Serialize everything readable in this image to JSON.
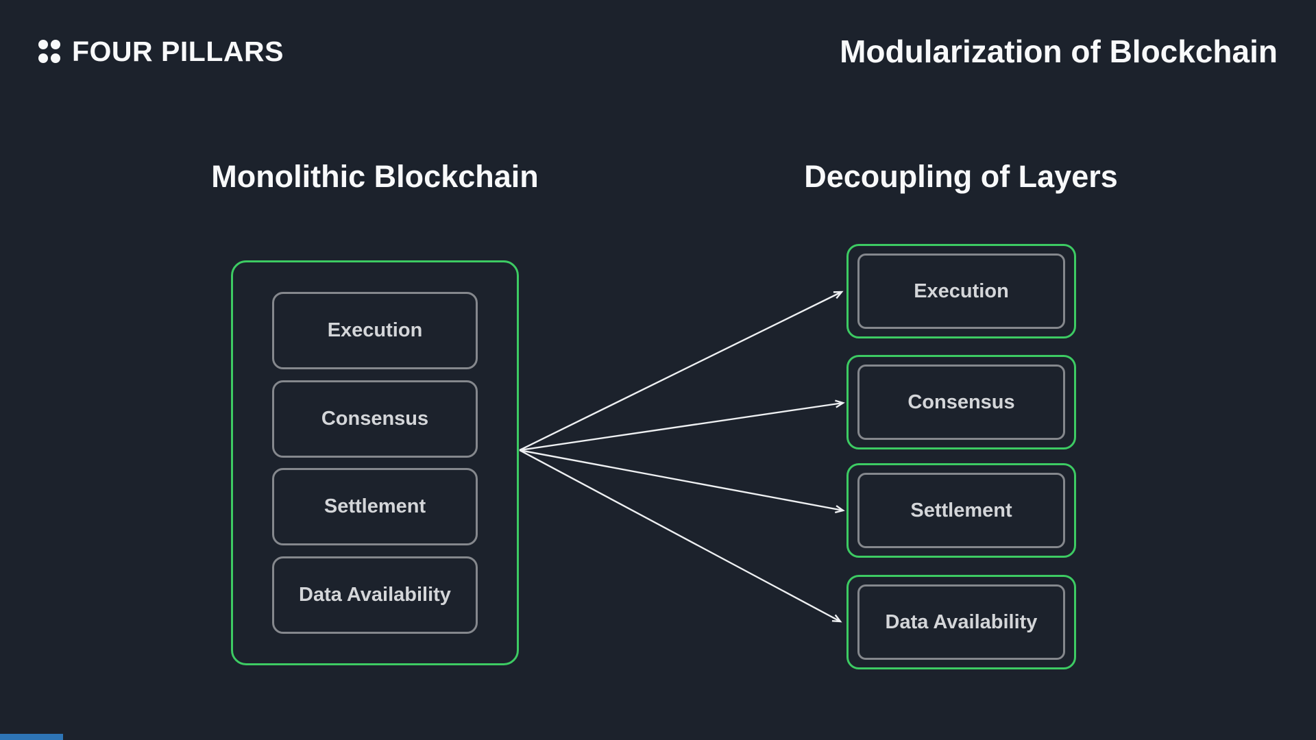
{
  "theme": {
    "background": "#1c222c",
    "accent_green": "#3dcb63",
    "box_border_gray": "#85888d",
    "box_text": "#d4d6d9",
    "heading_white": "#f8f9fa",
    "arrow_color": "#eef0f2",
    "progress_blue": "#2e75b6"
  },
  "header": {
    "logo_icon": "four-dots-icon",
    "logo_text": "FOUR PILLARS",
    "title": "Modularization of Blockchain"
  },
  "left_section": {
    "heading": "Monolithic Blockchain",
    "layers": [
      "Execution",
      "Consensus",
      "Settlement",
      "Data Availability"
    ]
  },
  "right_section": {
    "heading": "Decoupling of Layers",
    "layers": [
      "Execution",
      "Consensus",
      "Settlement",
      "Data Availability"
    ]
  },
  "diagram": {
    "type": "fan-out-arrows",
    "arrow_count": 4,
    "description": "Four arrows from the monolithic container fan out to four decoupled layer boxes"
  }
}
